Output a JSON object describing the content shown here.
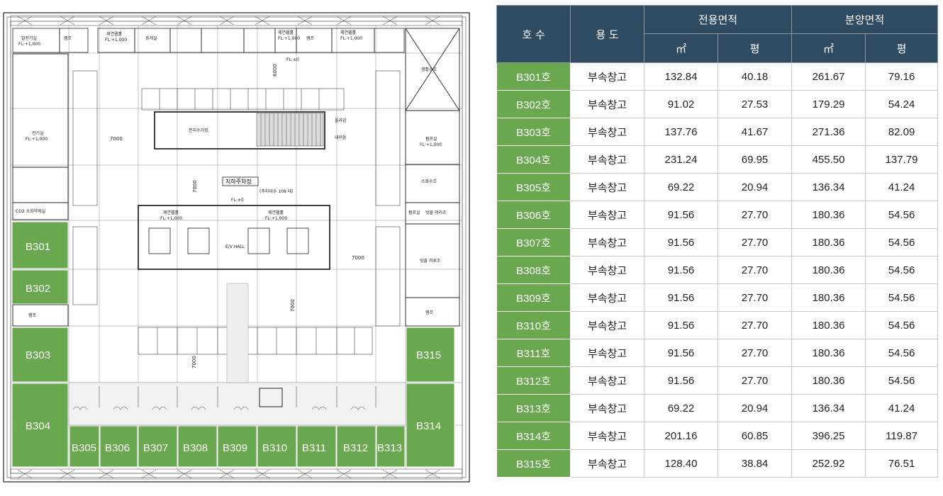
{
  "plan": {
    "rooms": {
      "elec_gen": "발전기실",
      "elec_gen_fl": "FL:+1,000",
      "ramp_top": "램프",
      "ctrl1": "제연웹홀",
      "ctrl1_fl": "FL:+1,000",
      "rest": "휴게실",
      "ctrl2": "제연웹홀",
      "ctrl2_fl": "FL:+1,000",
      "ramp2": "램프",
      "ctrl3": "제연웹홀",
      "ctrl3_fl": "FL:+1,000",
      "fl_top": "FL:±0",
      "elec_room": "전기실",
      "elec_room_fl": "FL:+1,000",
      "co2": "CO2 소화약제실",
      "ramp_left": "램프",
      "water_tank": "생활수조",
      "pump": "펌프실",
      "pump_fl": "FL:+1,000",
      "fire_tank": "소화수조",
      "pump2": "펌프실",
      "rain_tank": "빗물 저리조",
      "rain2": "빗물 저류조",
      "ramp_right": "램프",
      "parking": "지하주차장",
      "parking_count": "(주차대수 108 대)",
      "fl_center": "FL:±0",
      "septic": "분리수거장",
      "up": "올라감",
      "down": "내려옴",
      "ctrl_l": "제연웹홀",
      "ctrl_l_fl": "FL:+1,000",
      "ctrl_r": "제연웹홀",
      "ctrl_r_fl": "FL:+1,000",
      "ev_hall": "E/V HALL"
    },
    "dims": {
      "d7000a": "7000",
      "d6000": "6000",
      "d7000b": "7000",
      "d7000c": "7000",
      "d7000d": "7000",
      "d7000e": "7000"
    },
    "units": {
      "B301": "B301",
      "B302": "B302",
      "B303": "B303",
      "B304": "B304",
      "B305": "B305",
      "B306": "B306",
      "B307": "B307",
      "B308": "B308",
      "B309": "B309",
      "B310": "B310",
      "B311": "B311",
      "B312": "B312",
      "B313": "B313",
      "B314": "B314",
      "B315": "B315"
    }
  },
  "table": {
    "headers": {
      "unit": "호  수",
      "use": "용  도",
      "exclusive": "전용면적",
      "sale": "분양면적",
      "sqm1": "㎡",
      "pyeong1": "평",
      "sqm2": "㎡",
      "pyeong2": "평"
    },
    "rows": [
      {
        "unit": "B301호",
        "use": "부속창고",
        "ex_sqm": "132.84",
        "ex_py": "40.18",
        "sa_sqm": "261.67",
        "sa_py": "79.16"
      },
      {
        "unit": "B302호",
        "use": "부속창고",
        "ex_sqm": "91.02",
        "ex_py": "27.53",
        "sa_sqm": "179.29",
        "sa_py": "54.24"
      },
      {
        "unit": "B303호",
        "use": "부속창고",
        "ex_sqm": "137.76",
        "ex_py": "41.67",
        "sa_sqm": "271.36",
        "sa_py": "82.09"
      },
      {
        "unit": "B304호",
        "use": "부속창고",
        "ex_sqm": "231.24",
        "ex_py": "69.95",
        "sa_sqm": "455.50",
        "sa_py": "137.79"
      },
      {
        "unit": "B305호",
        "use": "부속창고",
        "ex_sqm": "69.22",
        "ex_py": "20.94",
        "sa_sqm": "136.34",
        "sa_py": "41.24"
      },
      {
        "unit": "B306호",
        "use": "부속창고",
        "ex_sqm": "91.56",
        "ex_py": "27.70",
        "sa_sqm": "180.36",
        "sa_py": "54.56"
      },
      {
        "unit": "B307호",
        "use": "부속창고",
        "ex_sqm": "91.56",
        "ex_py": "27.70",
        "sa_sqm": "180.36",
        "sa_py": "54.56"
      },
      {
        "unit": "B308호",
        "use": "부속창고",
        "ex_sqm": "91.56",
        "ex_py": "27.70",
        "sa_sqm": "180.36",
        "sa_py": "54.56"
      },
      {
        "unit": "B309호",
        "use": "부속창고",
        "ex_sqm": "91.56",
        "ex_py": "27.70",
        "sa_sqm": "180.36",
        "sa_py": "54.56"
      },
      {
        "unit": "B310호",
        "use": "부속창고",
        "ex_sqm": "91.56",
        "ex_py": "27.70",
        "sa_sqm": "180.36",
        "sa_py": "54.56"
      },
      {
        "unit": "B311호",
        "use": "부속창고",
        "ex_sqm": "91.56",
        "ex_py": "27.70",
        "sa_sqm": "180.36",
        "sa_py": "54.56"
      },
      {
        "unit": "B312호",
        "use": "부속창고",
        "ex_sqm": "91.56",
        "ex_py": "27.70",
        "sa_sqm": "180.36",
        "sa_py": "54.56"
      },
      {
        "unit": "B313호",
        "use": "부속창고",
        "ex_sqm": "69.22",
        "ex_py": "20.94",
        "sa_sqm": "136.34",
        "sa_py": "41.24"
      },
      {
        "unit": "B314호",
        "use": "부속창고",
        "ex_sqm": "201.16",
        "ex_py": "60.85",
        "sa_sqm": "396.25",
        "sa_py": "119.87"
      },
      {
        "unit": "B315호",
        "use": "부속창고",
        "ex_sqm": "128.40",
        "ex_py": "38.84",
        "sa_sqm": "252.92",
        "sa_py": "76.51"
      }
    ]
  }
}
